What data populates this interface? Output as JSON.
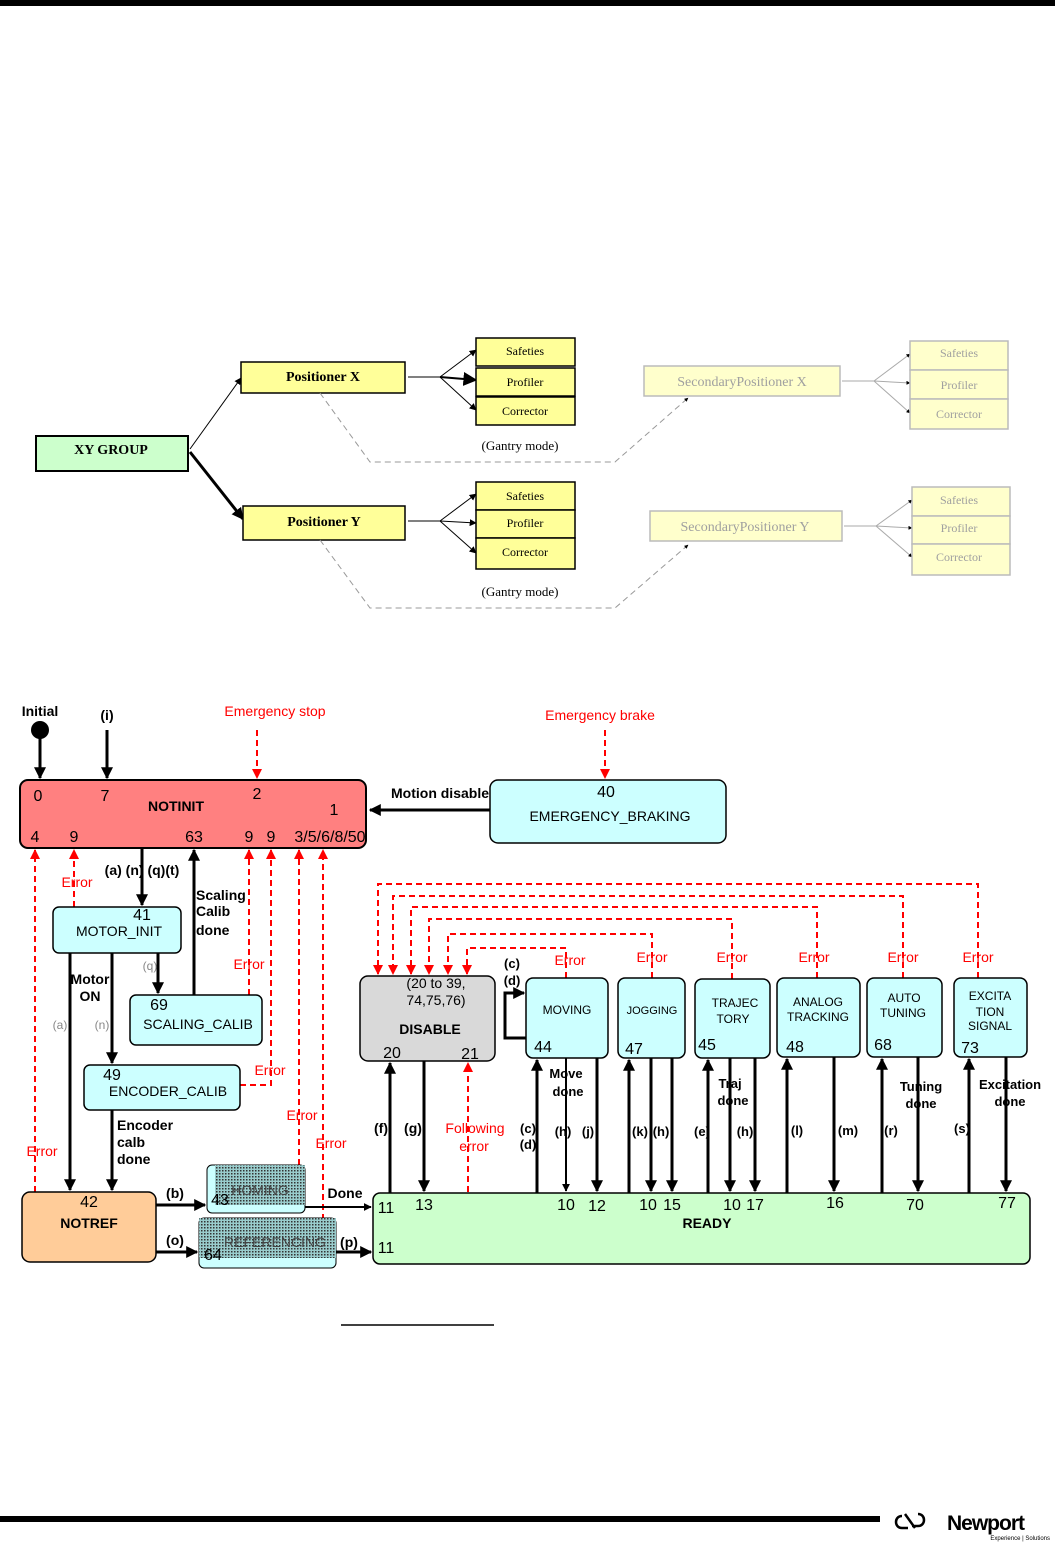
{
  "group_diagram": {
    "group": "XY GROUP",
    "positioner_x": "Positioner X",
    "positioner_y": "Positioner Y",
    "secondary_x": "SecondaryPositioner X",
    "secondary_y": "SecondaryPositioner Y",
    "sub": [
      "Safeties",
      "Profiler",
      "Corrector"
    ],
    "gantry": "(Gantry mode)"
  },
  "state_diagram": {
    "initial": "Initial",
    "i_label": "(i)",
    "emergency_stop": "Emergency stop",
    "emergency_brake": "Emergency brake",
    "motion_disable": "Motion disable",
    "error": "Error",
    "following": "Following",
    "following2": "error",
    "notinit": {
      "name": "NOTINIT",
      "n0": "0",
      "n7": "7",
      "n2": "2",
      "n1": "1",
      "n4": "4",
      "n9": "9",
      "n63": "63",
      "n3": "3/5/6/8/50"
    },
    "braking": {
      "name": "EMERGENCY_BRAKING",
      "num": "40"
    },
    "motor_init": {
      "name": "MOTOR_INIT",
      "num": "41",
      "out": "(a) (n) (q)(t)"
    },
    "scaling": {
      "name": "SCALING_CALIB",
      "num": "69",
      "done": [
        "Scaling",
        "Calib",
        "done"
      ],
      "q": "(q)"
    },
    "motor_on": [
      "Motor",
      "ON"
    ],
    "a": "(a)",
    "n": "(n)",
    "encoder": {
      "name": "ENCODER_CALIB",
      "num": "49",
      "done": [
        "Encoder",
        "calb",
        "done"
      ]
    },
    "notref": {
      "name": "NOTREF",
      "num": "42",
      "b": "(b)",
      "o": "(o)"
    },
    "homing": {
      "name": "HOMING",
      "num": "43",
      "done": "Done"
    },
    "referencing": {
      "name": "REFERENCING",
      "num": "64",
      "p": "(p)"
    },
    "disable": {
      "name": "DISABLE",
      "range1": "(20 to 39,",
      "range2": "74,75,76)",
      "n20": "20",
      "n21": "21",
      "f": "(f)",
      "g": "(g)"
    },
    "ready": {
      "name": "READY",
      "nums": [
        "11",
        "13",
        "11",
        "10",
        "12",
        "10",
        "15",
        "10",
        "17",
        "16",
        "70",
        "77"
      ]
    },
    "states": [
      {
        "lines": [
          "MOVING"
        ],
        "num": "44"
      },
      {
        "lines": [
          "JOGGING"
        ],
        "num": "47"
      },
      {
        "lines": [
          "TRAJEC",
          "TORY"
        ],
        "num": "45"
      },
      {
        "lines": [
          "ANALOG",
          "TRACKING"
        ],
        "num": "48"
      },
      {
        "lines": [
          "AUTO",
          "TUNING"
        ],
        "num": "68"
      },
      {
        "lines": [
          "EXCITA",
          "TION",
          "SIGNAL"
        ],
        "num": "73"
      }
    ],
    "cd": [
      "(c)",
      "(d)"
    ],
    "labels": {
      "h": "(h)",
      "j": "(j)",
      "k": "(k)",
      "e": "(e)",
      "l": "(l)",
      "m": "(m)",
      "r": "(r)",
      "s": "(s)"
    },
    "move_done": [
      "Move",
      "done"
    ],
    "traj_done": [
      "Traj",
      "done"
    ],
    "tuning_done": [
      "Tuning",
      "done"
    ],
    "excitation_done": [
      "Excitation",
      "done"
    ]
  },
  "footer": {
    "logo": "Newport",
    "tagline": "Experience | Solutions"
  },
  "colors": {
    "notinit": "#ff8080",
    "cyan": "#ccffff",
    "ready": "#ccffcc",
    "notref": "#ffcc99",
    "disable": "#d9d9d9",
    "yellow": "#ffff99",
    "error": "#ff0000"
  }
}
